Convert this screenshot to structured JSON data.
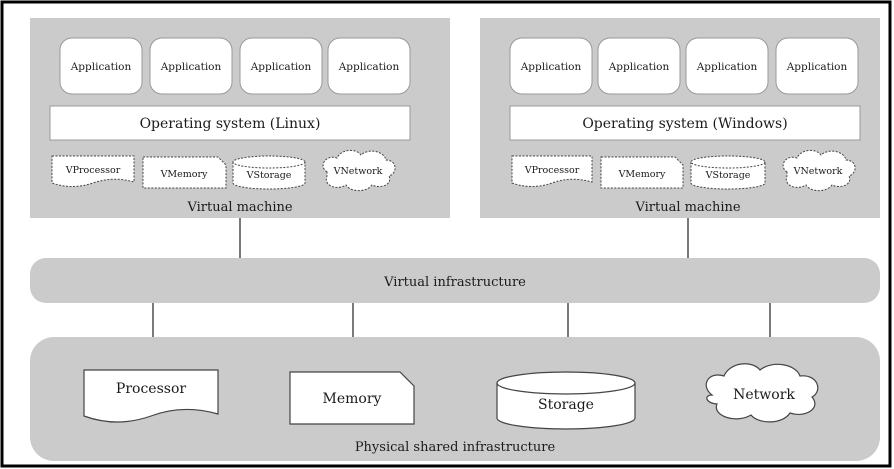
{
  "vm_linux": {
    "applications": [
      "Application",
      "Application",
      "Application",
      "Application"
    ],
    "os": "Operating system (Linux)",
    "virtual_resources": [
      "VProcessor",
      "VMemory",
      "VStorage",
      "VNetwork"
    ],
    "caption": "Virtual machine"
  },
  "vm_windows": {
    "applications": [
      "Application",
      "Application",
      "Application",
      "Application"
    ],
    "os": "Operating system (Windows)",
    "virtual_resources": [
      "VProcessor",
      "VMemory",
      "VStorage",
      "VNetwork"
    ],
    "caption": "Virtual machine"
  },
  "virtual_infrastructure": "Virtual infrastructure",
  "physical": {
    "resources": [
      "Processor",
      "Memory",
      "Storage",
      "Network"
    ],
    "caption": "Physical shared infrastructure"
  },
  "colors": {
    "panel": "#cbcbcb",
    "box": "#ffffff",
    "line": "#333333",
    "frame": "#000000"
  }
}
